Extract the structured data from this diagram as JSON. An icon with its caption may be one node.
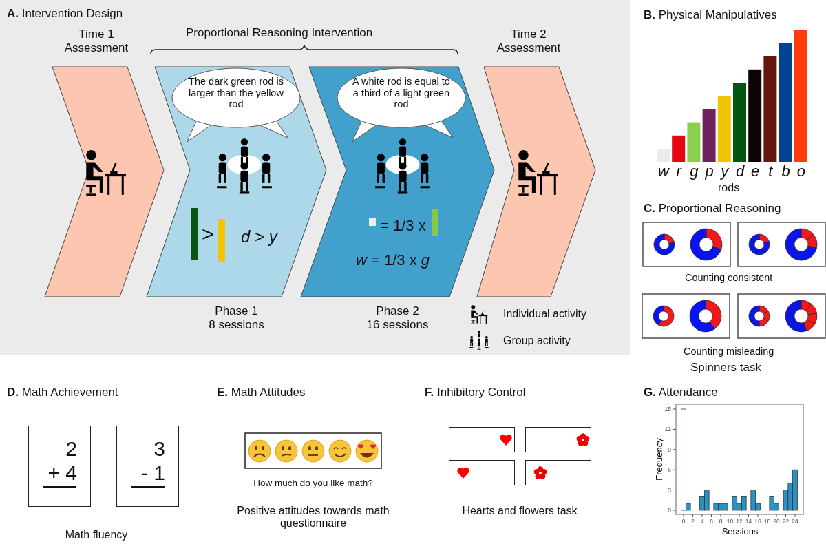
{
  "diagram": {
    "nodes": [
      {
        "text": [
          "Time 1 Assessment"
        ]
      },
      {
        "text": [
          ">",
          "*d* > *y*"
        ],
        "beside": [
          "Phase 1",
          "8 sessions"
        ]
      },
      {
        "text": [
          "The dark green rod is larger than the yellow rod"
        ],
        "in": 1
      },
      {
        "text": [
          "= 1/3 x",
          "*w* = 1/3 x *g*"
        ],
        "beside": [
          "Phase 2",
          "16 sessions"
        ]
      },
      {
        "text": [
          "A white rod is equal to a third of a light green rod"
        ],
        "in": 3
      },
      {
        "text": [
          "Time 2 Assessment"
        ]
      }
    ],
    "labels": [
      "**A.** Intervention Design",
      "Proportional Reasoning Intervention",
      "**B.** Physical Manipulatives",
      "w",
      "r",
      "g",
      "p",
      "y",
      "d",
      "e",
      "t",
      "b",
      "o",
      "rods",
      "**C.** Proportional Reasoning",
      "Counting consistent",
      "Counting misleading",
      "Spinners task",
      "**D.** Math Achievement",
      "**E.** Math Attitudes",
      "**F.** Inhibitory Control",
      "2",
      "+ 4",
      "3",
      "- 1",
      "How much do you like math?",
      "Math fluency",
      "Positive attitudes towards math questionnaire",
      "Hearts and flowers task"
    ],
    "legend": [
      {
        "text": "Individual activity"
      },
      {
        "text": "Group activity"
      }
    ],
    "chart_data": {
      "type": "bar",
      "title": "**G.** Attendance",
      "xlabel": "Sessions",
      "ylabel": "Frequency",
      "x": [
        0,
        1,
        2,
        3,
        4,
        5,
        6,
        7,
        8,
        9,
        10,
        11,
        12,
        13,
        14,
        15,
        16,
        17,
        18,
        19,
        20,
        21,
        22,
        23,
        24
      ],
      "series": [
        {
          "color": "#ffffff",
          "values": [
            15,
            null,
            null,
            null,
            null,
            null,
            null,
            null,
            null,
            null,
            null,
            null,
            null,
            null,
            null,
            null,
            null,
            null,
            null,
            null,
            null,
            null,
            null,
            null,
            null
          ]
        },
        {
          "color": "#2b93c4",
          "values": [
            null,
            1,
            0,
            0,
            2,
            3,
            0,
            1,
            1,
            1,
            0,
            2,
            1,
            2,
            0,
            3,
            1,
            0,
            0,
            2,
            1,
            0,
            3,
            4,
            6
          ]
        }
      ],
      "xticks": [
        0,
        2,
        4,
        6,
        8,
        10,
        12,
        14,
        16,
        18,
        20,
        22,
        24
      ],
      "yticks": [
        0,
        3,
        6,
        9,
        12,
        15
      ],
      "ylim": [
        0,
        15
      ],
      "xlim": [
        0,
        24
      ]
    }
  }
}
